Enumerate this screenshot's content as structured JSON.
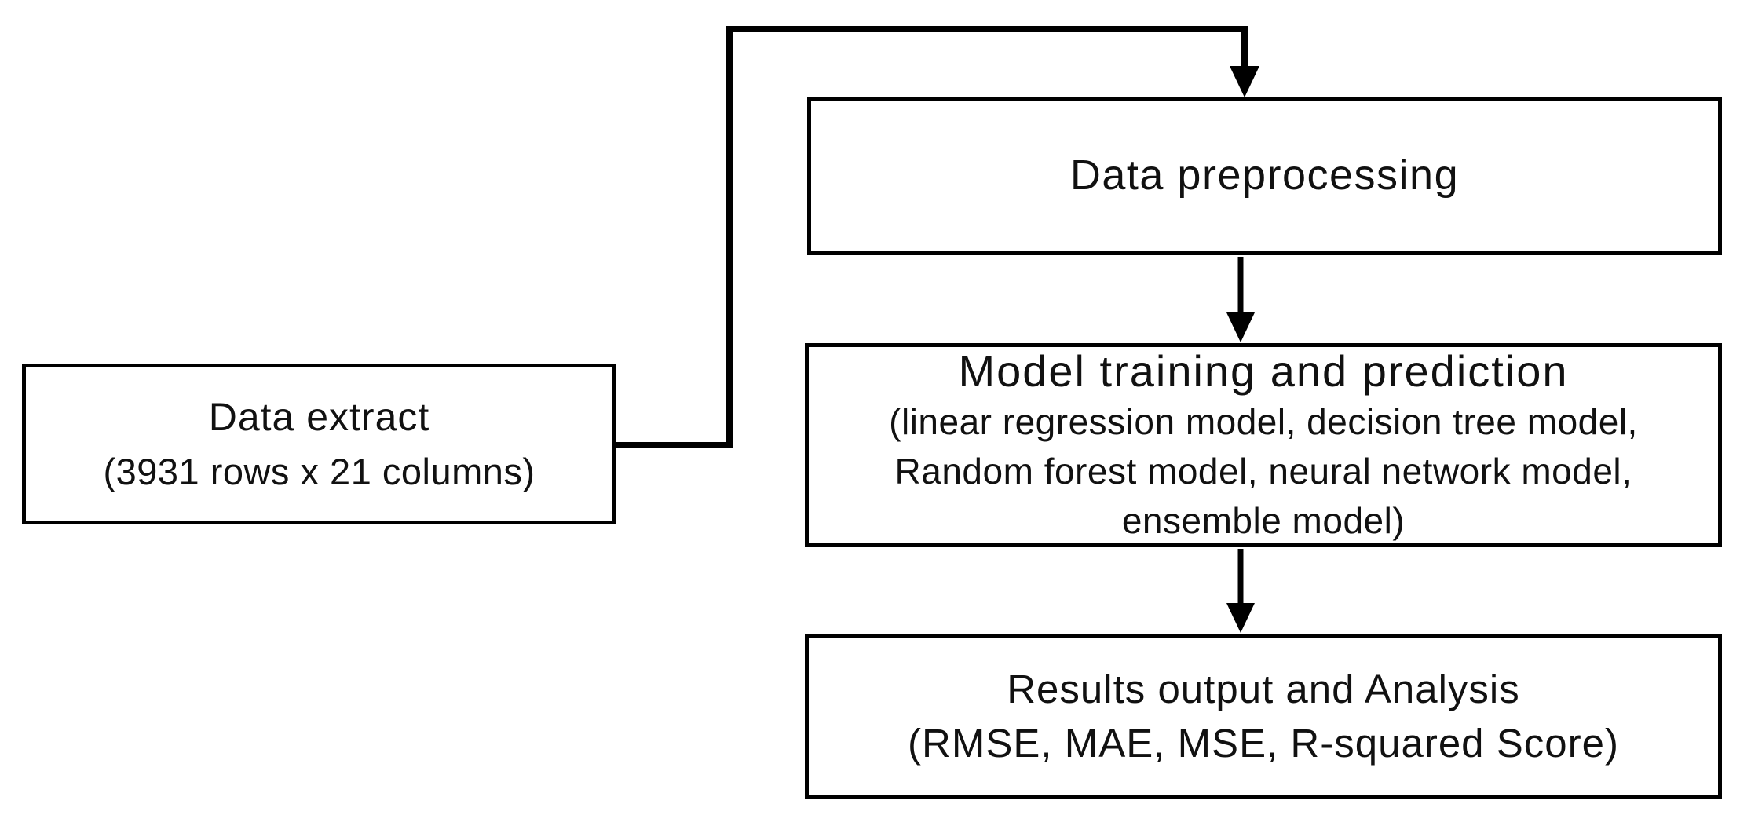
{
  "nodes": {
    "data_extract": {
      "title": "Data extract",
      "subtitle": "(3931 rows x 21 columns)"
    },
    "data_preprocessing": {
      "title": "Data preprocessing"
    },
    "model_training": {
      "title": "Model training and prediction",
      "lines": [
        "(linear regression model, decision tree model,",
        "Random forest model, neural network model,",
        "ensemble model)"
      ]
    },
    "results_output": {
      "title": "Results output and Analysis",
      "subtitle": "(RMSE, MAE, MSE, R-squared Score)"
    }
  },
  "edges": [
    {
      "from": "data_extract",
      "to": "data_preprocessing",
      "shape": "elbow-connector"
    },
    {
      "from": "data_preprocessing",
      "to": "model_training",
      "shape": "straight-arrow"
    },
    {
      "from": "model_training",
      "to": "results_output",
      "shape": "straight-arrow"
    }
  ],
  "colors": {
    "stroke": "#000000",
    "box_background": "#ffffff",
    "page_background": "#ffffff",
    "text": "#111111"
  }
}
